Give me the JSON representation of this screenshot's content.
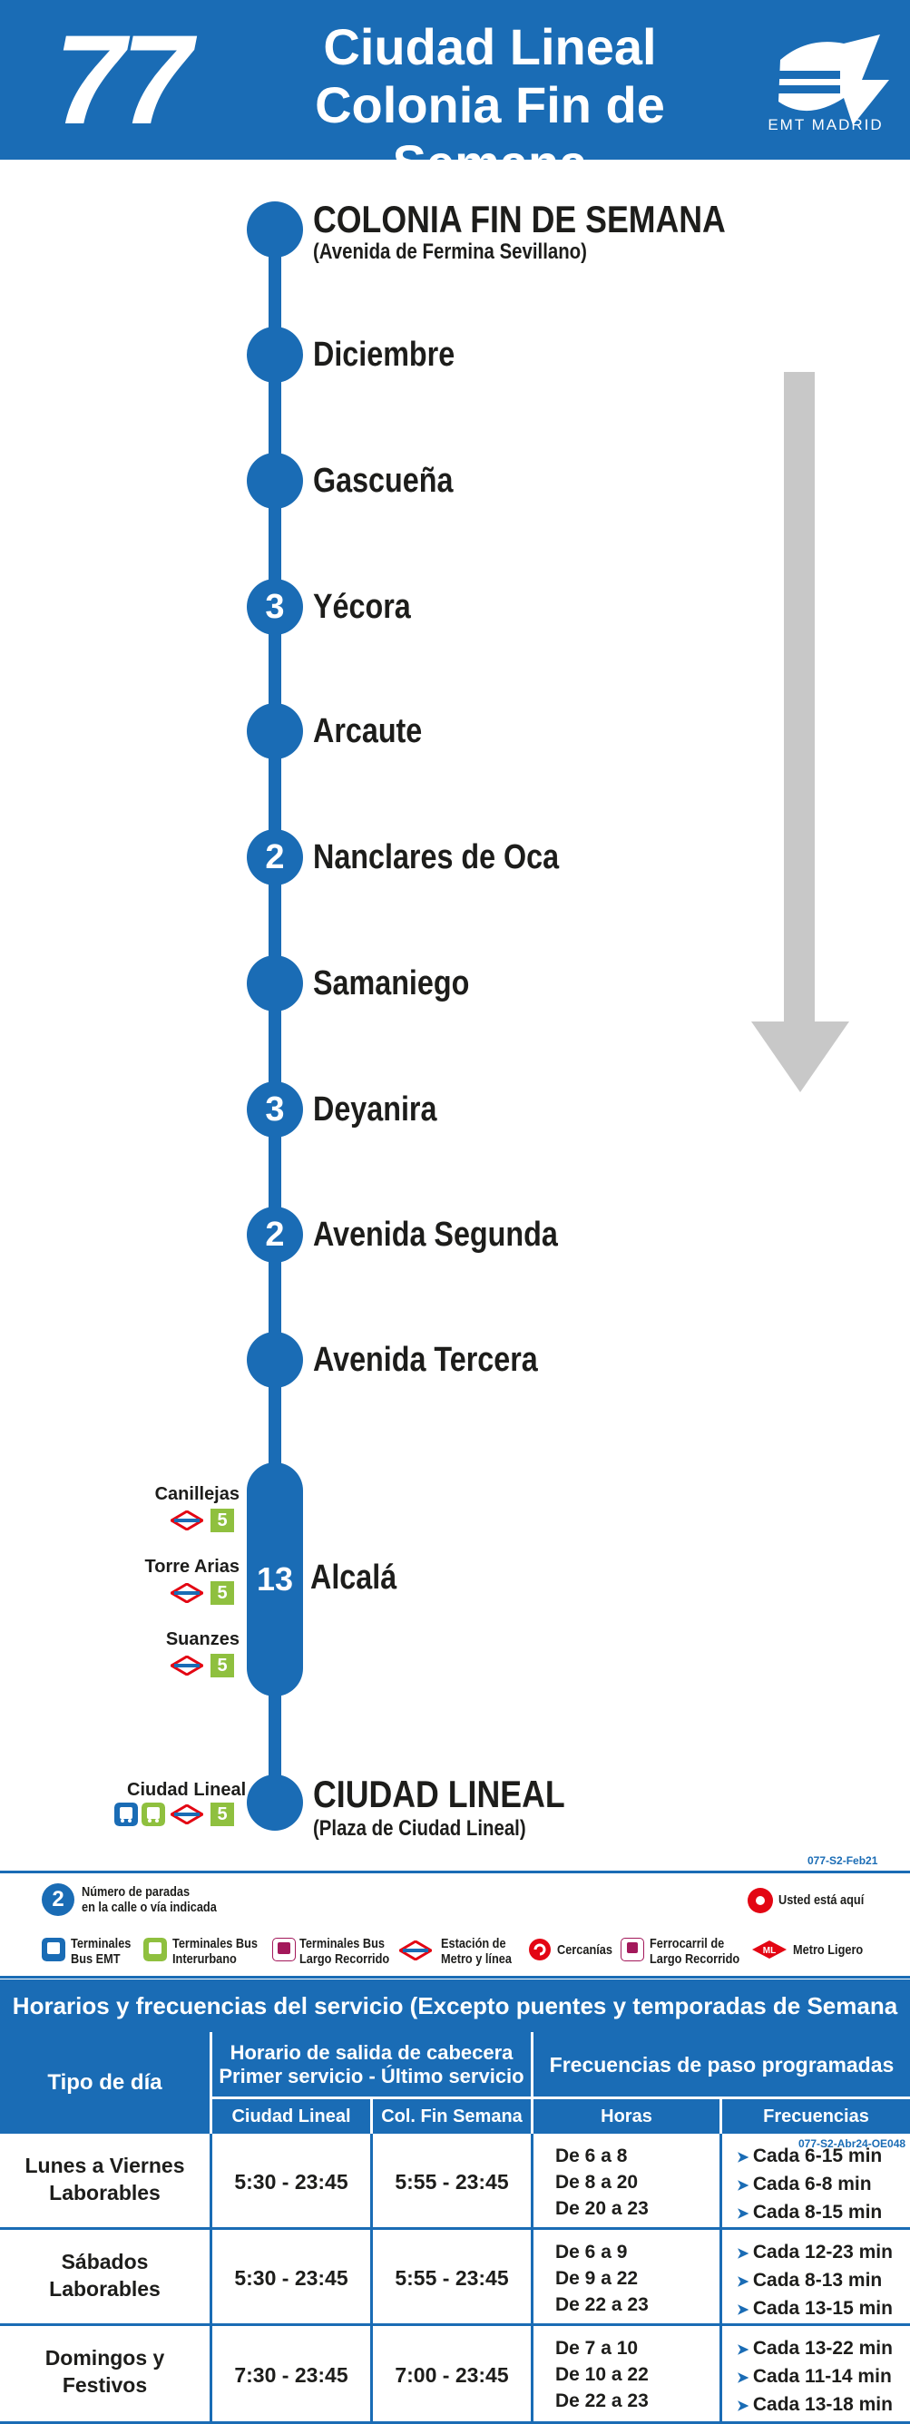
{
  "header": {
    "route_number": "77",
    "title_line1": "Ciudad Lineal",
    "title_line2": "Colonia Fin de Semana",
    "operator": "EMT MADRID"
  },
  "stops": [
    {
      "name": "COLONIA FIN DE SEMANA",
      "sub": "(Avenida de Fermina Sevillano)",
      "count": ""
    },
    {
      "name": "Diciembre",
      "count": ""
    },
    {
      "name": "Gascueña",
      "count": ""
    },
    {
      "name": "Yécora",
      "count": "3"
    },
    {
      "name": "Arcaute",
      "count": ""
    },
    {
      "name": "Nanclares de Oca",
      "count": "2"
    },
    {
      "name": "Samaniego",
      "count": ""
    },
    {
      "name": "Deyanira",
      "count": "3"
    },
    {
      "name": "Avenida Segunda",
      "count": "2"
    },
    {
      "name": "Avenida Tercera",
      "count": ""
    },
    {
      "name": "Alcalá",
      "count": "13"
    },
    {
      "name": "CIUDAD LINEAL",
      "sub": "(Plaza de Ciudad Lineal)",
      "count": ""
    }
  ],
  "connections": {
    "canillejas": "Canillejas",
    "torre_arias": "Torre Arias",
    "suanzes": "Suanzes",
    "ciudad_lineal": "Ciudad Lineal",
    "metro_line": "5"
  },
  "codes": {
    "top": "077-S2-Feb21",
    "bottom": "077-S2-Abr24-OE048"
  },
  "legend": {
    "num_label_1": "Número de paradas",
    "num_label_2": "en la calle o vía indicada",
    "num_sample": "2",
    "you_are_here": "Usted está aquí",
    "emt_1": "Terminales",
    "emt_2": "Bus EMT",
    "inter_1": "Terminales Bus",
    "inter_2": "Interurbano",
    "largo_1": "Terminales Bus",
    "largo_2": "Largo Recorrido",
    "metro_1": "Estación de",
    "metro_2": "Metro y línea",
    "cercanias": "Cercanías",
    "ferro_1": "Ferrocarril de",
    "ferro_2": "Largo Recorrido",
    "ligero": "Metro Ligero"
  },
  "schedule": {
    "title": "Horarios y frecuencias del servicio (Excepto puentes y temporadas de Semana Santa y Verano)",
    "h_tipo": "Tipo de día",
    "h_horario_1": "Horario de salida de cabecera",
    "h_horario_2": "Primer servicio - Último servicio",
    "h_freq": "Frecuencias de paso programadas",
    "h_ciudad": "Ciudad Lineal",
    "h_colfin": "Col. Fin Semana",
    "h_horas": "Horas",
    "h_frecs": "Frecuencias",
    "rows": [
      {
        "tipo_1": "Lunes a Viernes",
        "tipo_2": "Laborables",
        "ciudad": "5:30 - 23:45",
        "colfin": "5:55 - 23:45",
        "horas": [
          "De 6 a 8",
          "De 8 a 20",
          "De 20 a 23"
        ],
        "freqs": [
          "Cada 6-15 min",
          "Cada 6-8 min",
          "Cada 8-15 min"
        ]
      },
      {
        "tipo_1": "Sábados",
        "tipo_2": "Laborables",
        "ciudad": "5:30 - 23:45",
        "colfin": "5:55 - 23:45",
        "horas": [
          "De 6 a 9",
          "De 9 a 22",
          "De 22 a 23"
        ],
        "freqs": [
          "Cada 12-23 min",
          "Cada 8-13 min",
          "Cada 13-15 min"
        ]
      },
      {
        "tipo_1": "Domingos y",
        "tipo_2": "Festivos",
        "ciudad": "7:30 - 23:45",
        "colfin": "7:00 - 23:45",
        "horas": [
          "De 7 a 10",
          "De 10 a 22",
          "De 22 a 23"
        ],
        "freqs": [
          "Cada 13-22 min",
          "Cada 11-14 min",
          "Cada 13-18 min"
        ]
      }
    ]
  },
  "colors": {
    "brand_blue": "#1a6cb5",
    "arrow_gray": "#c8c8c8",
    "metro_green": "#8fc03f",
    "metro_red": "#e30613"
  }
}
